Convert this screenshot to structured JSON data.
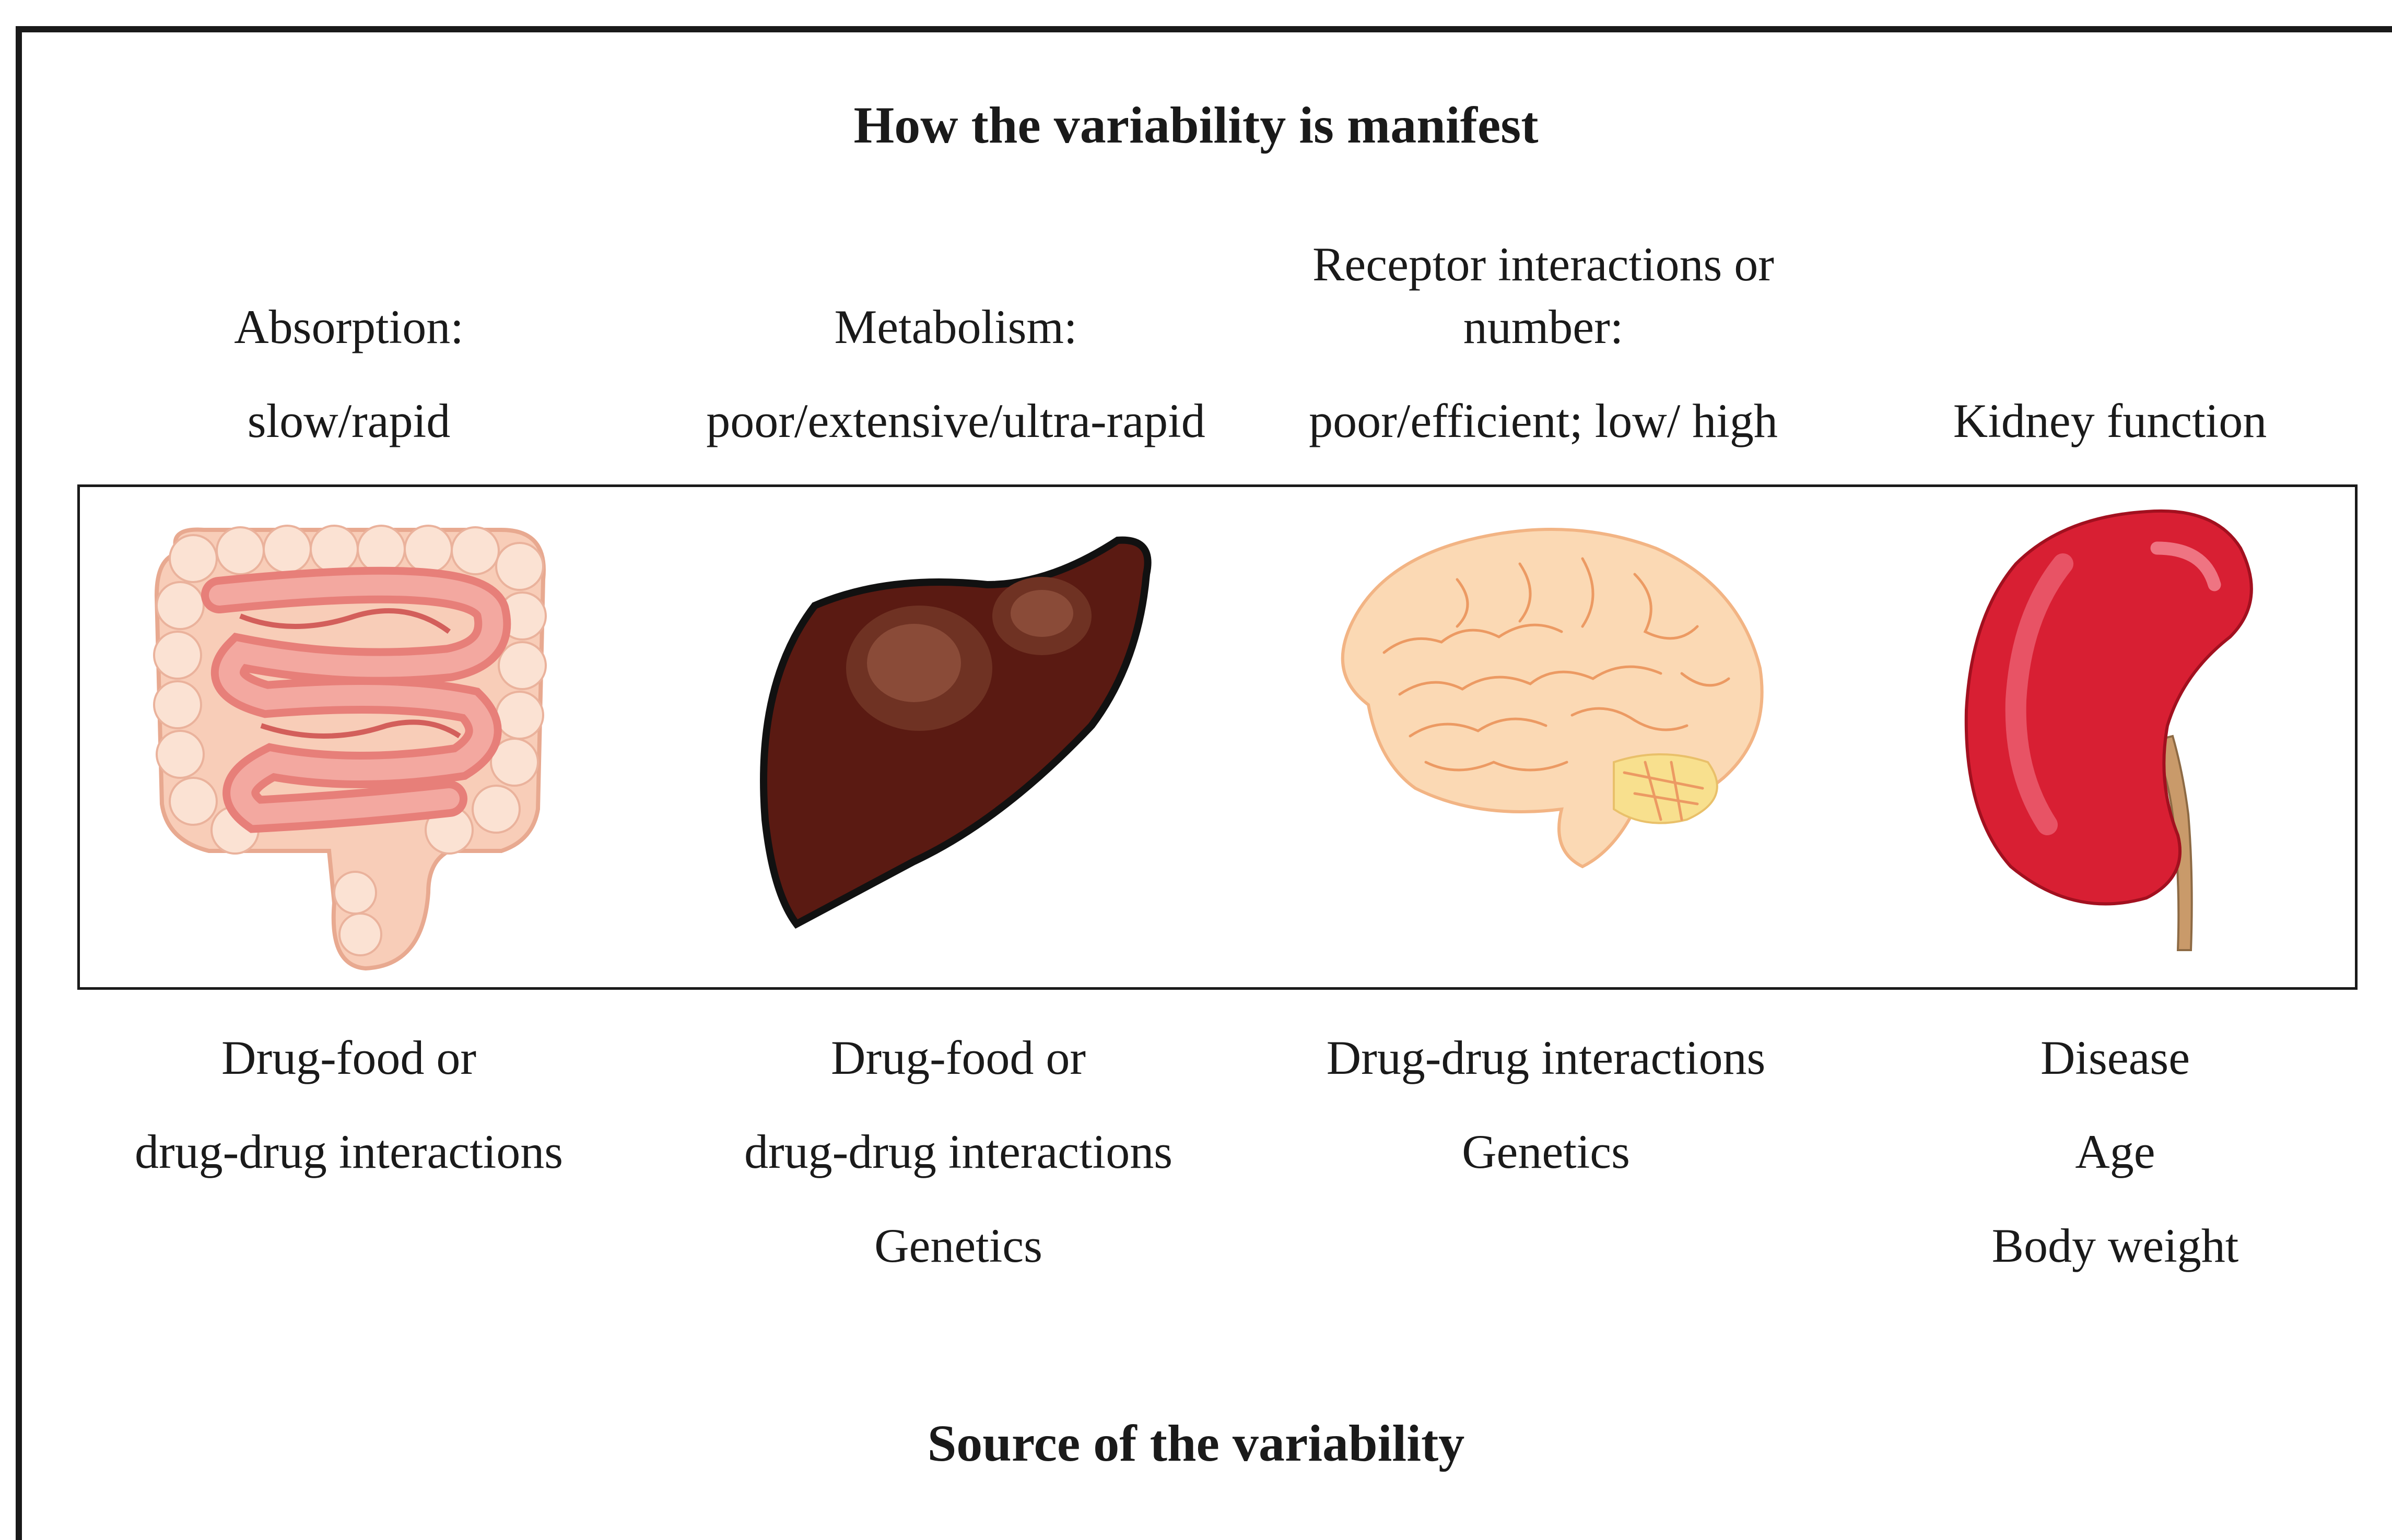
{
  "top_title": "How the variability is manifest",
  "bottom_title": "Source of the variability",
  "columns": [
    {
      "icon": "intestine-icon",
      "manifest": [
        "Absorption:",
        "slow/rapid"
      ],
      "sources": [
        "Drug-food or",
        "drug-drug interactions"
      ]
    },
    {
      "icon": "liver-icon",
      "manifest": [
        "Metabolism:",
        "poor/extensive/ultra-rapid"
      ],
      "sources": [
        "Drug-food or",
        "drug-drug interactions",
        "Genetics"
      ]
    },
    {
      "icon": "brain-icon",
      "manifest": [
        "Receptor interactions or",
        "number:",
        "poor/efficient; low/ high"
      ],
      "sources": [
        "Drug-drug interactions",
        "Genetics"
      ]
    },
    {
      "icon": "kidney-icon",
      "manifest": [
        "Kidney function"
      ],
      "sources": [
        "Disease",
        "Age",
        "Body weight"
      ]
    }
  ],
  "colors": {
    "liver": "#5a1a12",
    "kidney": "#d81f33",
    "brain": "#fbd9b4",
    "intestine": "#f6b8a8"
  }
}
